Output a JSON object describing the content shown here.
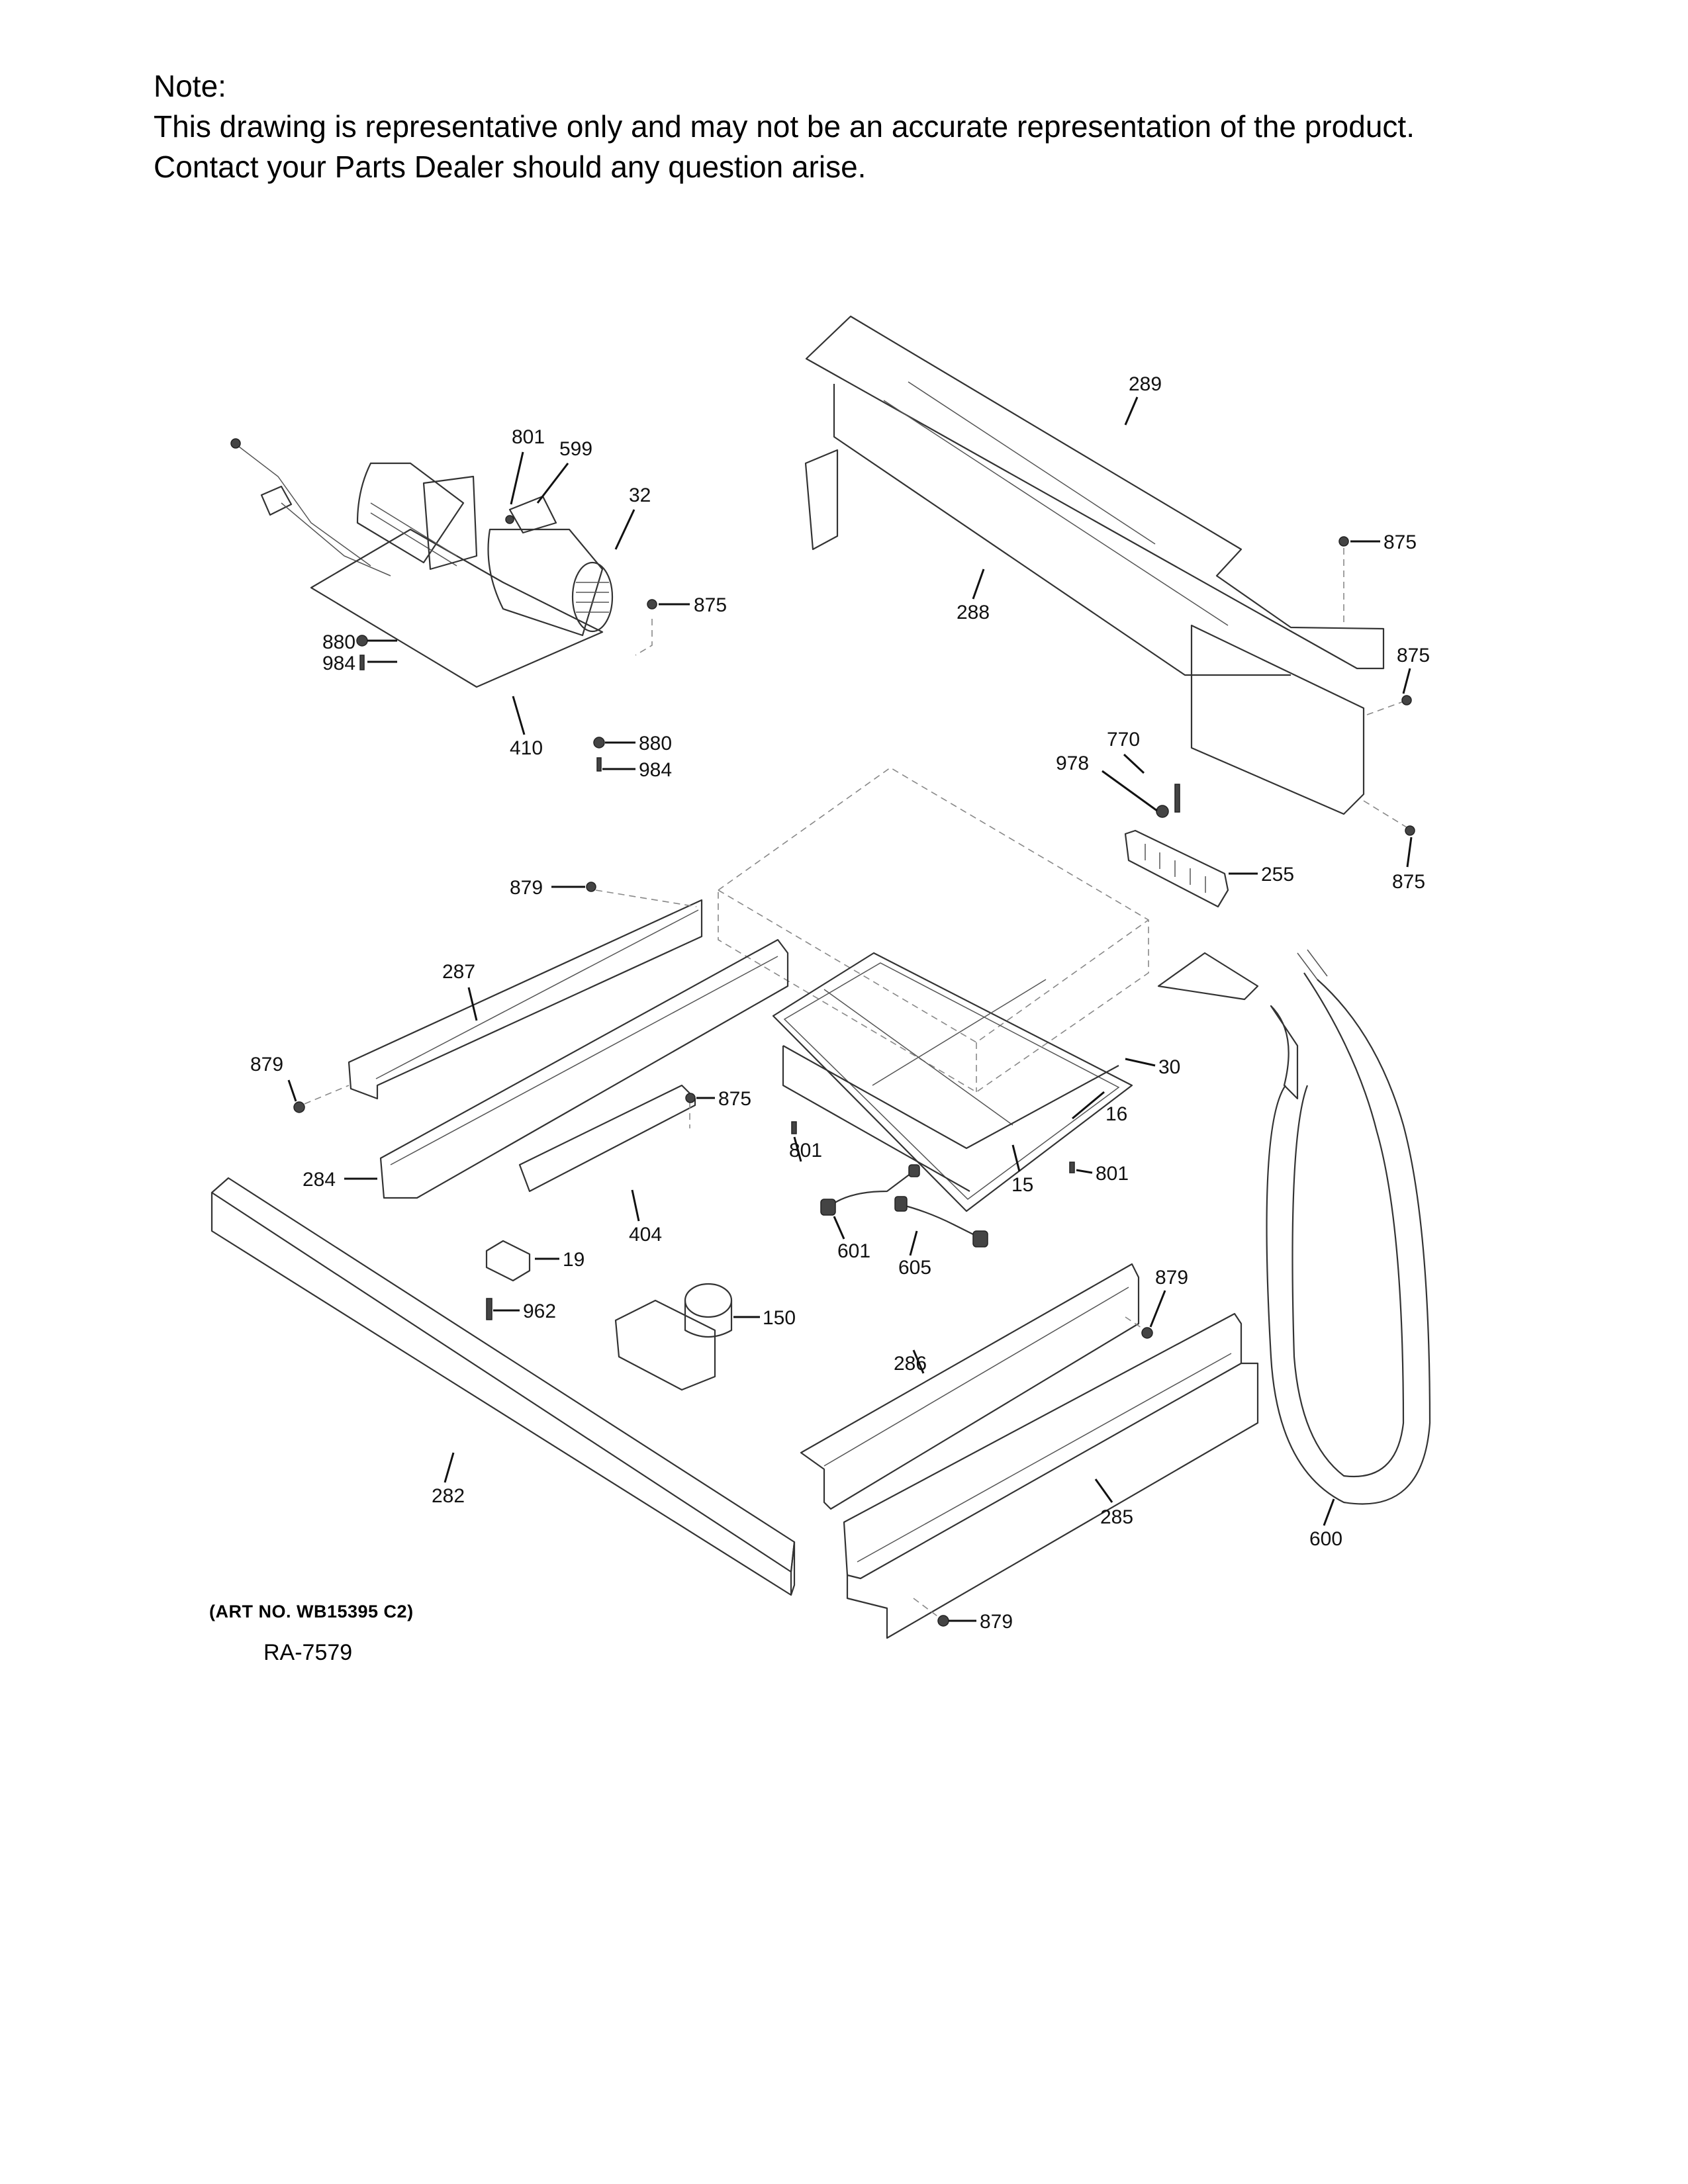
{
  "note": {
    "heading": "Note:",
    "line1": "This drawing is representative only and may not be an accurate representation of the product.",
    "line2": "Contact your Parts Dealer should any question arise."
  },
  "footer": {
    "art_number": "(ART NO. WB15395 C2)",
    "diagram_id": "RA-7579"
  },
  "parts": [
    {
      "id": "801",
      "assembly": "blower-motor"
    },
    {
      "id": "599",
      "assembly": "blower-motor"
    },
    {
      "id": "32",
      "assembly": "blower-motor"
    },
    {
      "id": "875",
      "assembly": "blower-motor"
    },
    {
      "id": "880",
      "assembly": "blower-motor"
    },
    {
      "id": "984",
      "assembly": "blower-motor"
    },
    {
      "id": "410",
      "assembly": "blower-motor"
    },
    {
      "id": "880",
      "assembly": "blower-motor"
    },
    {
      "id": "984",
      "assembly": "blower-motor"
    },
    {
      "id": "289",
      "assembly": "top-panel"
    },
    {
      "id": "288",
      "assembly": "top-panel"
    },
    {
      "id": "875",
      "assembly": "top-panel"
    },
    {
      "id": "875",
      "assembly": "top-panel"
    },
    {
      "id": "770",
      "assembly": "terminal-block"
    },
    {
      "id": "978",
      "assembly": "terminal-block"
    },
    {
      "id": "255",
      "assembly": "terminal-block"
    },
    {
      "id": "875",
      "assembly": "top-panel"
    },
    {
      "id": "879",
      "assembly": "left-rails"
    },
    {
      "id": "287",
      "assembly": "left-rails"
    },
    {
      "id": "879",
      "assembly": "left-rails"
    },
    {
      "id": "284",
      "assembly": "left-rails"
    },
    {
      "id": "875",
      "assembly": "left-rails"
    },
    {
      "id": "404",
      "assembly": "left-rails"
    },
    {
      "id": "19",
      "assembly": "components"
    },
    {
      "id": "962",
      "assembly": "components"
    },
    {
      "id": "150",
      "assembly": "components"
    },
    {
      "id": "30",
      "assembly": "control-board"
    },
    {
      "id": "16",
      "assembly": "control-board"
    },
    {
      "id": "15",
      "assembly": "control-board"
    },
    {
      "id": "801",
      "assembly": "control-board"
    },
    {
      "id": "801",
      "assembly": "control-board"
    },
    {
      "id": "601",
      "assembly": "harnesses"
    },
    {
      "id": "605",
      "assembly": "harnesses"
    },
    {
      "id": "286",
      "assembly": "right-rails"
    },
    {
      "id": "879",
      "assembly": "right-rails"
    },
    {
      "id": "285",
      "assembly": "right-rails"
    },
    {
      "id": "879",
      "assembly": "right-rails"
    },
    {
      "id": "282",
      "assembly": "front-trim"
    },
    {
      "id": "600",
      "assembly": "hose"
    }
  ]
}
